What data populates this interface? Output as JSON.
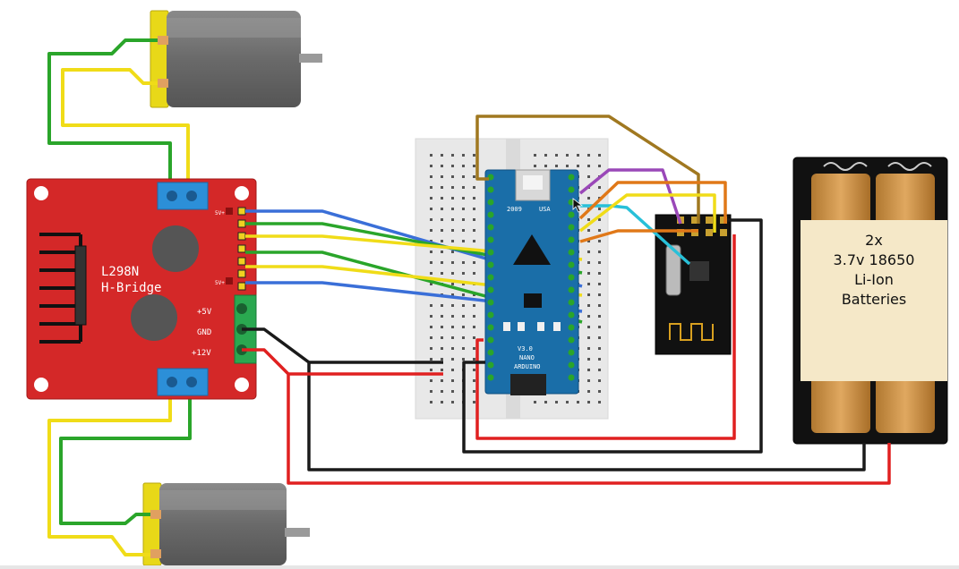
{
  "driver": {
    "title_line1": "L298N",
    "title_line2": "H-Bridge",
    "label_5v": "+5V",
    "label_gnd": "GND",
    "label_12v": "+12V",
    "label_5v_top": "5V+",
    "label_5v_bottom": "5V+"
  },
  "arduino": {
    "brand": "ARDUINO",
    "model": "NANO",
    "version": "V3.0",
    "usb_label": "USA",
    "year": "2009"
  },
  "battery": {
    "line1": "2x",
    "line2": "3.7v 18650",
    "line3": "Li-Ion",
    "line4": "Batteries"
  },
  "colors": {
    "red": "#e02020",
    "black": "#1a1a1a",
    "green": "#2aa52a",
    "yellow": "#f0dc18",
    "blue": "#3a6fd8",
    "brown": "#a07820",
    "purple": "#9a48b8",
    "orange": "#e07818",
    "cyan": "#28c0d8",
    "board_red": "#d42828",
    "nano_blue": "#1a6ea8"
  }
}
